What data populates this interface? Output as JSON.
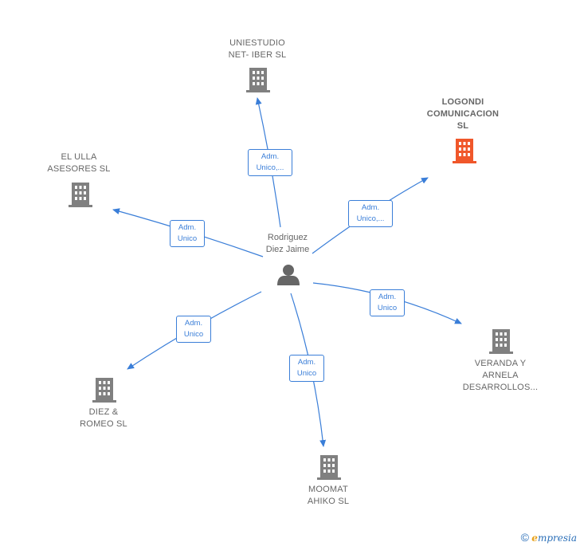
{
  "person": {
    "line1": "Rodriguez",
    "line2": "Diez Jaime"
  },
  "companies": [
    {
      "id": "uniestudio",
      "line1": "UNIESTUDIO",
      "line2": "NET- IBER  SL",
      "line3": "",
      "color": "#808080"
    },
    {
      "id": "logondi",
      "line1": "LOGONDI",
      "line2": "COMUNICACION",
      "line3": "SL",
      "color": "#f0572a"
    },
    {
      "id": "el-ulla",
      "line1": "EL ULLA",
      "line2": "ASESORES  SL",
      "line3": "",
      "color": "#808080"
    },
    {
      "id": "veranda",
      "line1": "VERANDA Y",
      "line2": "ARNELA",
      "line3": "DESARROLLOS...",
      "color": "#808080"
    },
    {
      "id": "diez-romeo",
      "line1": "DIEZ &",
      "line2": "ROMEO SL",
      "line3": "",
      "color": "#808080"
    },
    {
      "id": "moomat",
      "line1": "MOOMAT",
      "line2": "AHIKO  SL",
      "line3": "",
      "color": "#808080"
    }
  ],
  "edges": [
    {
      "target": "uniestudio",
      "line1": "Adm.",
      "line2": "Unico,..."
    },
    {
      "target": "logondi",
      "line1": "Adm.",
      "line2": "Unico,..."
    },
    {
      "target": "el-ulla",
      "line1": "Adm.",
      "line2": "Unico"
    },
    {
      "target": "veranda",
      "line1": "Adm.",
      "line2": "Unico"
    },
    {
      "target": "diez-romeo",
      "line1": "Adm.",
      "line2": "Unico"
    },
    {
      "target": "moomat",
      "line1": "Adm.",
      "line2": "Unico"
    }
  ],
  "colors": {
    "edge": "#3a7ed8",
    "building": "#808080",
    "highlight": "#f0572a",
    "person": "#666666"
  },
  "footer": {
    "copyright": "©",
    "brand_initial": "e",
    "brand_rest": "mpresia"
  }
}
